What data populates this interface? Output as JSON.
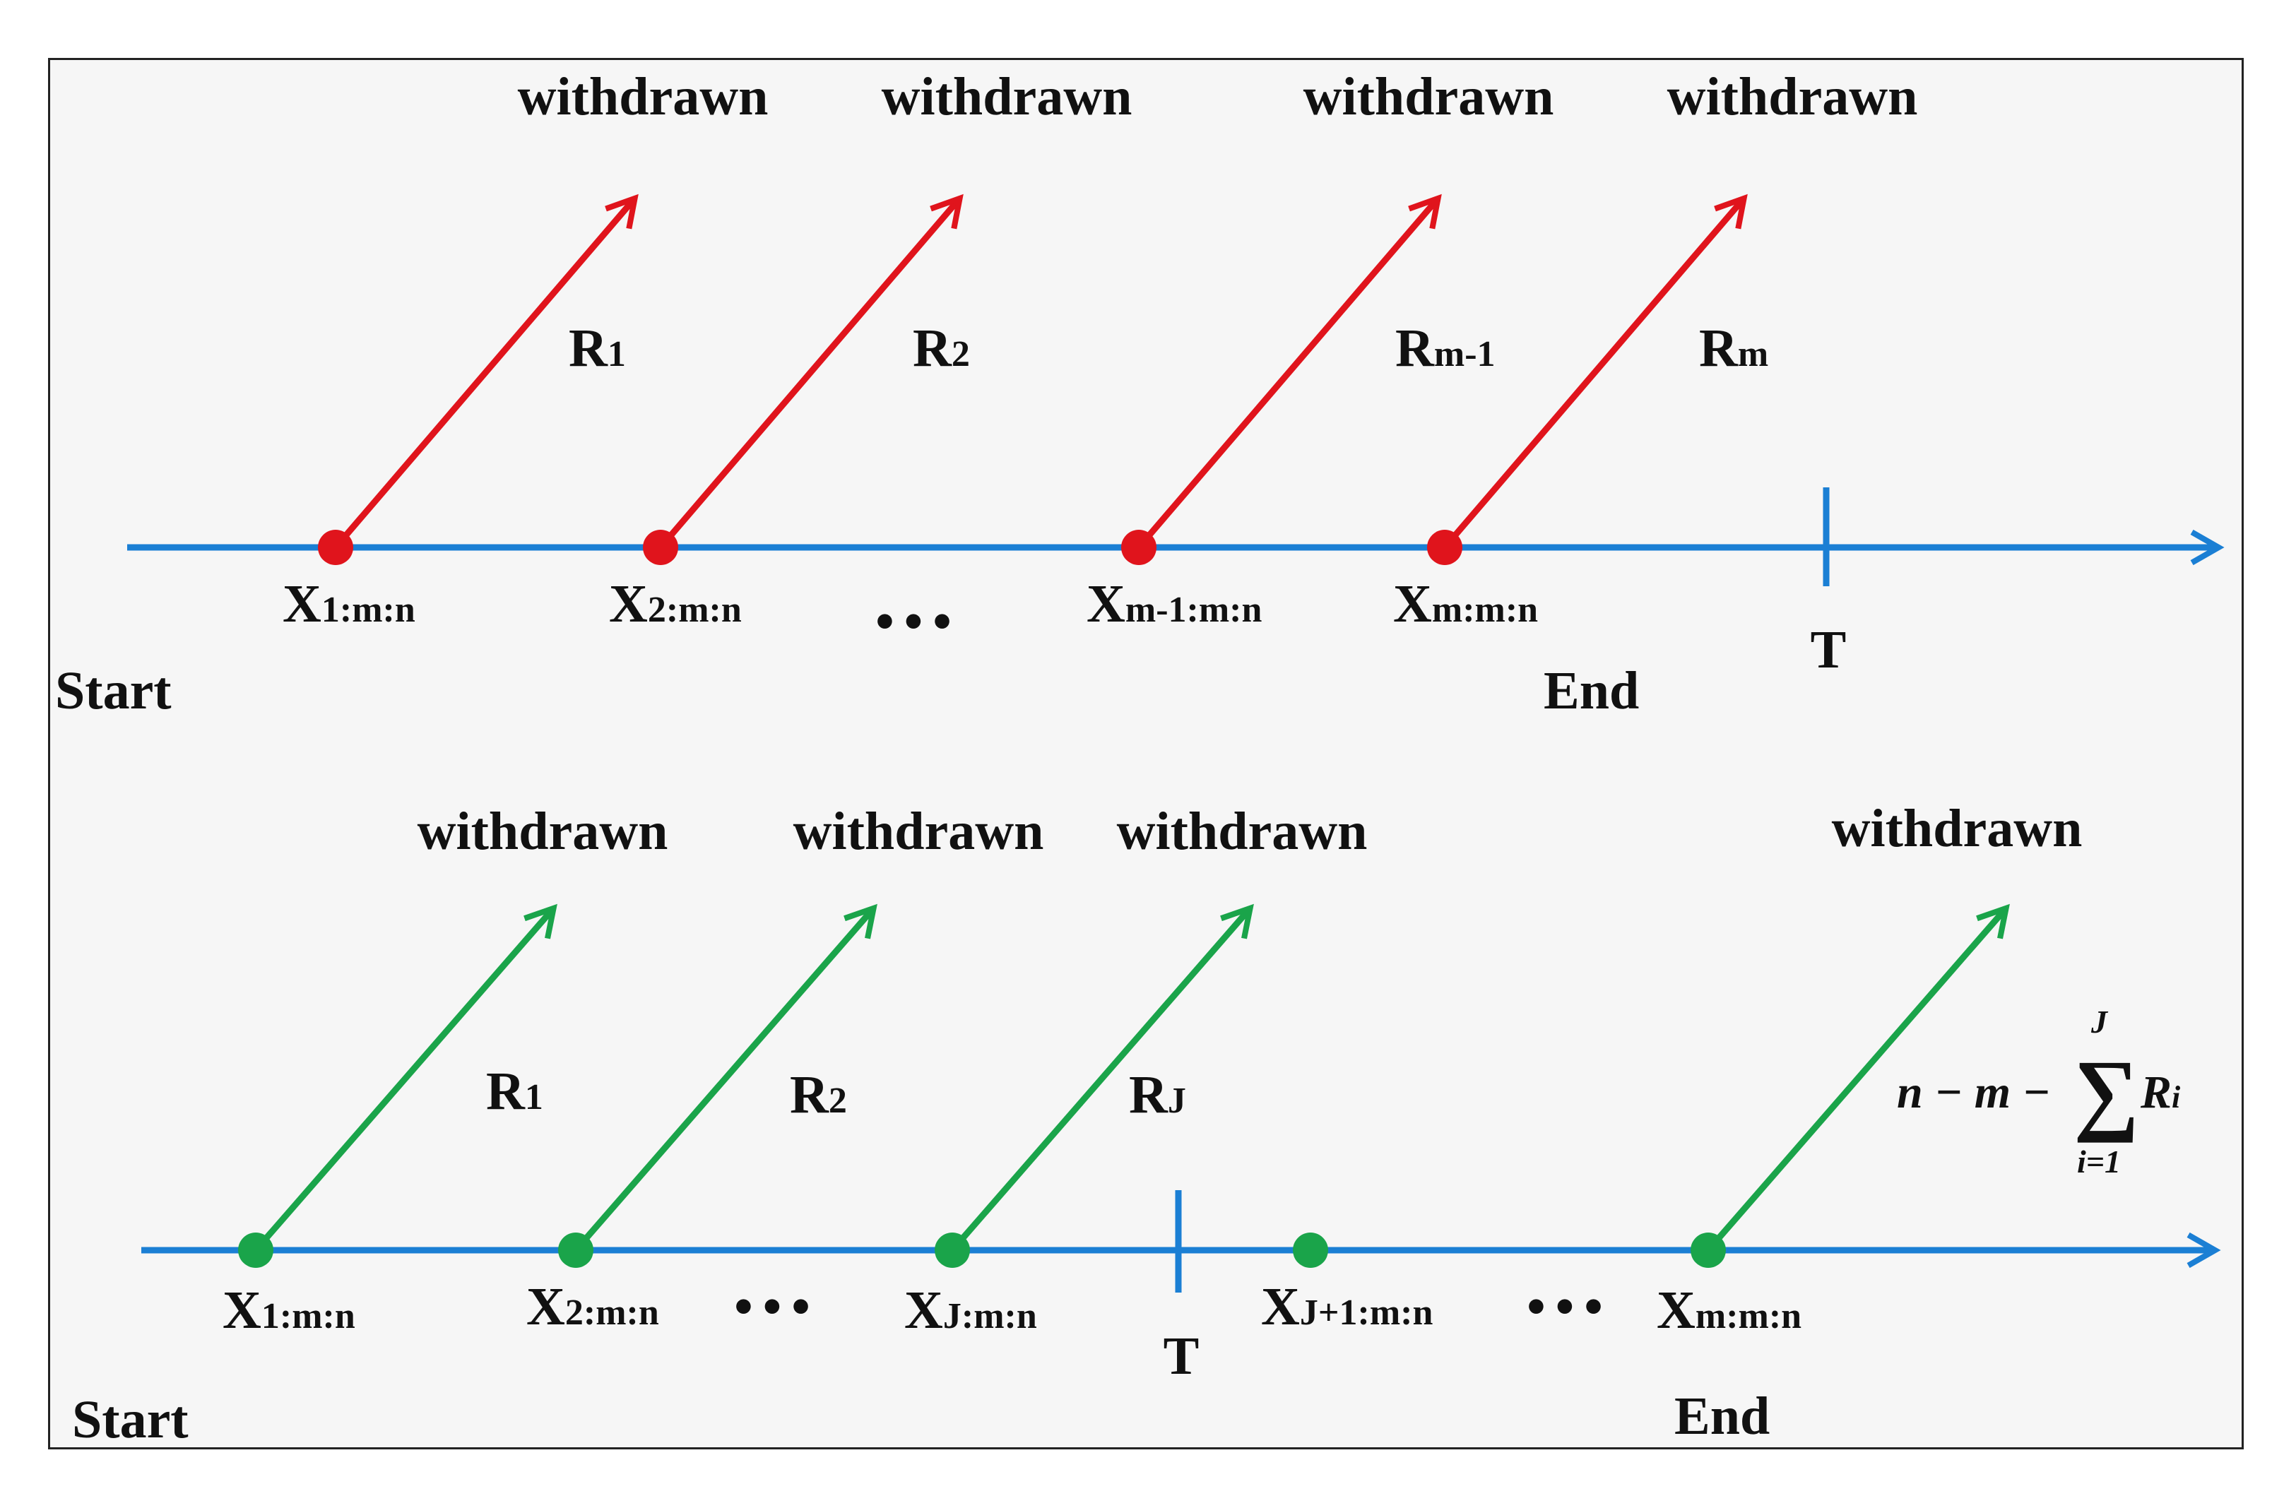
{
  "colors": {
    "axis": "#1b7fd4",
    "top_arrows": "#e0141c",
    "bottom_arrows": "#1aa44a",
    "text": "#111111",
    "background": "#f6f6f6"
  },
  "top": {
    "withdrawn": [
      "withdrawn",
      "withdrawn",
      "withdrawn",
      "withdrawn"
    ],
    "arrows": [
      {
        "R": "R",
        "sub": "1"
      },
      {
        "R": "R",
        "sub": "2"
      },
      {
        "R": "R",
        "sub": "m-1"
      },
      {
        "R": "R",
        "sub": "m"
      }
    ],
    "points": [
      {
        "X": "X",
        "sub": "1:m:n"
      },
      {
        "X": "X",
        "sub": "2:m:n"
      },
      {
        "X": "X",
        "sub": "m-1:m:n"
      },
      {
        "X": "X",
        "sub": "m:m:n"
      }
    ],
    "ellipsis": "•••",
    "T": "T",
    "start": "Start",
    "end": "End"
  },
  "bottom": {
    "withdrawn": [
      "withdrawn",
      "withdrawn",
      "withdrawn",
      "withdrawn"
    ],
    "arrows": [
      {
        "R": "R",
        "sub": "1"
      },
      {
        "R": "R",
        "sub": "2"
      },
      {
        "R": "R",
        "sub": "J"
      }
    ],
    "formula": {
      "main": "n − m −",
      "sigma": "∑",
      "upper": "J",
      "lower": "i=1",
      "R": "R",
      "Rsub": "i"
    },
    "points": [
      {
        "X": "X",
        "sub": "1:m:n"
      },
      {
        "X": "X",
        "sub": "2:m:n"
      },
      {
        "X": "X",
        "sub": "J:m:n"
      },
      {
        "X": "X",
        "sub": "J+1:m:n"
      },
      {
        "X": "X",
        "sub": "m:m:n"
      }
    ],
    "ellipsis_1": "•••",
    "ellipsis_2": "•••",
    "T": "T",
    "start": "Start",
    "end": "End"
  }
}
